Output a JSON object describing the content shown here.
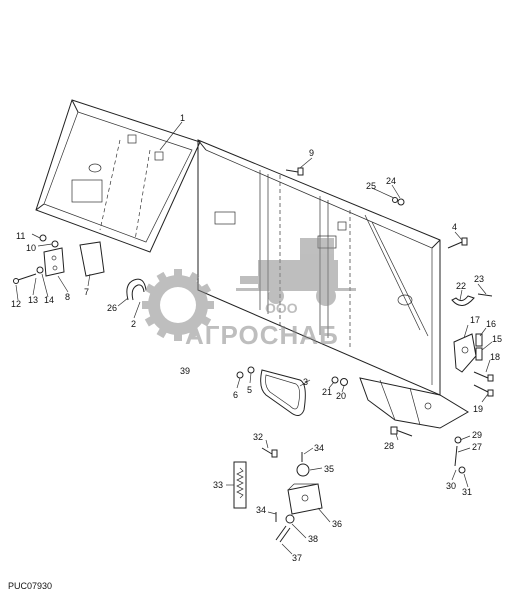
{
  "diagram": {
    "code": "PUC07930",
    "callouts": [
      "1",
      "2",
      "3",
      "4",
      "5",
      "6",
      "7",
      "8",
      "9",
      "10",
      "11",
      "12",
      "13",
      "14",
      "15",
      "16",
      "17",
      "18",
      "19",
      "20",
      "21",
      "22",
      "23",
      "24",
      "25",
      "26",
      "27",
      "28",
      "29",
      "30",
      "31",
      "32",
      "33",
      "34",
      "34",
      "35",
      "36",
      "37",
      "38",
      "39"
    ]
  },
  "watermark": {
    "small_text": "ООО",
    "brand_text": "АГРОСНАБ",
    "color": "#8a8a8a"
  }
}
